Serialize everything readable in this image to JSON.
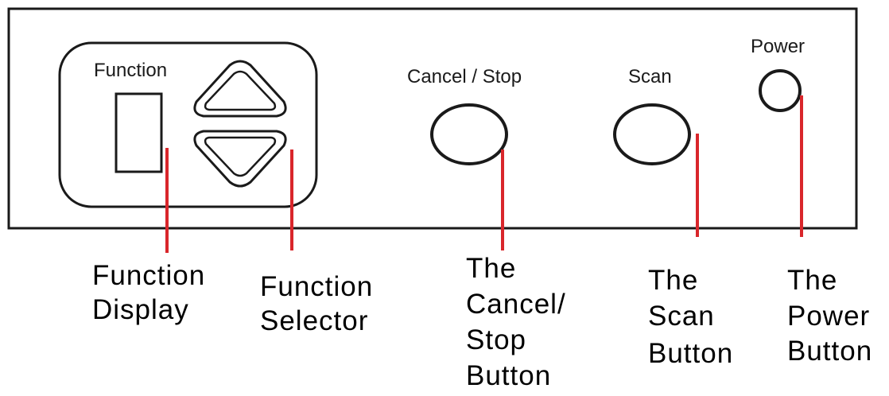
{
  "panel": {
    "function_label": "Function",
    "cancel_label": "Cancel / Stop",
    "scan_label": "Scan",
    "power_label": "Power"
  },
  "callouts": {
    "function_display": [
      "Function",
      "Display"
    ],
    "function_selector": [
      "Function",
      "Selector"
    ],
    "cancel_stop_button": [
      "The",
      "Cancel/",
      "Stop",
      "Button"
    ],
    "scan_button": [
      "The",
      "Scan",
      "Button"
    ],
    "power_button": [
      "The",
      "Power",
      "Button"
    ]
  },
  "colors": {
    "outline": "#1a1a1a",
    "leader_line": "#d9262b",
    "text": "#000000"
  }
}
